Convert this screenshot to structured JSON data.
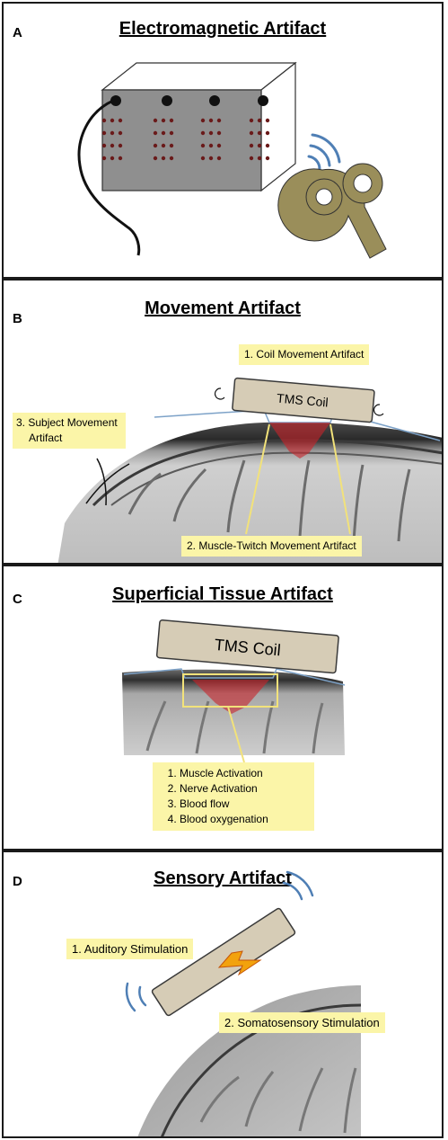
{
  "panels": {
    "a": {
      "letter": "A",
      "title": "Electromagnetic Artifact"
    },
    "b": {
      "letter": "B",
      "title": "Movement Artifact",
      "coil_label": "TMS Coil",
      "callouts": {
        "coil": "1. Coil Movement Artifact",
        "subject_line1": "3. Subject Movement",
        "subject_line2": "Artifact",
        "twitch": "2. Muscle-Twitch Movement Artifact"
      }
    },
    "c": {
      "letter": "C",
      "title": "Superficial Tissue Artifact",
      "coil_label": "TMS Coil",
      "list": [
        "Muscle Activation",
        "Nerve Activation",
        "Blood flow",
        "Blood oxygenation"
      ]
    },
    "d": {
      "letter": "D",
      "title": "Sensory Artifact",
      "callouts": {
        "auditory": "1. Auditory Stimulation",
        "somatosensory": "2. Somatosensory Stimulation"
      }
    }
  },
  "colors": {
    "coil_fill": "#d6ccb6",
    "coil_stroke": "#3a3a3a",
    "callout_bg": "#fbf5a8",
    "scalp_line": "#7da2c8",
    "stimulation_red": "#c8232a",
    "box_gray": "#8f8f8f",
    "key_olive": "#9a8e5a",
    "wave_blue": "#4f7fb5"
  }
}
